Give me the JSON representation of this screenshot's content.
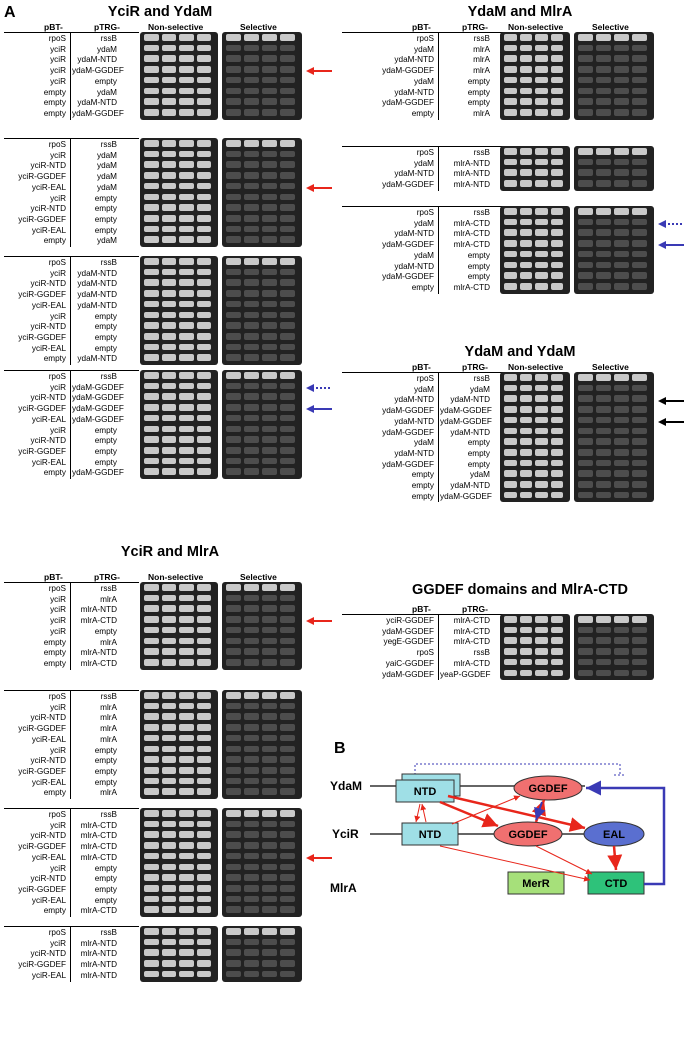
{
  "panel_labels": {
    "a": "A",
    "b": "B"
  },
  "headers": {
    "pbt": "pBT-",
    "ptrg": "pTRG-",
    "nonsel": "Non-selective",
    "sel": "Selective"
  },
  "sections": {
    "yciR_ydaM": {
      "title": "YciR and YdaM",
      "blocks": [
        {
          "pbt": [
            "rpoS",
            "yciR",
            "yciR",
            "yciR",
            "yciR",
            "empty",
            "empty",
            "empty"
          ],
          "ptrg": [
            "rssB",
            "ydaM",
            "ydaM-NTD",
            "ydaM-GGDEF",
            "empty",
            "ydaM",
            "ydaM-NTD",
            "ydaM-GGDEF"
          ]
        },
        {
          "pbt": [
            "rpoS",
            "yciR",
            "yciR-NTD",
            "yciR-GGDEF",
            "yciR-EAL",
            "yciR",
            "yciR-NTD",
            "yciR-GGDEF",
            "yciR-EAL",
            "empty"
          ],
          "ptrg": [
            "rssB",
            "ydaM",
            "ydaM",
            "ydaM",
            "ydaM",
            "empty",
            "empty",
            "empty",
            "empty",
            "ydaM"
          ]
        },
        {
          "pbt": [
            "rpoS",
            "yciR",
            "yciR-NTD",
            "yciR-GGDEF",
            "yciR-EAL",
            "yciR",
            "yciR-NTD",
            "yciR-GGDEF",
            "yciR-EAL",
            "empty"
          ],
          "ptrg": [
            "rssB",
            "ydaM-NTD",
            "ydaM-NTD",
            "ydaM-NTD",
            "ydaM-NTD",
            "empty",
            "empty",
            "empty",
            "empty",
            "ydaM-NTD"
          ]
        },
        {
          "pbt": [
            "rpoS",
            "yciR",
            "yciR-NTD",
            "yciR-GGDEF",
            "yciR-EAL",
            "yciR",
            "yciR-NTD",
            "yciR-GGDEF",
            "yciR-EAL",
            "empty"
          ],
          "ptrg": [
            "rssB",
            "ydaM-GGDEF",
            "ydaM-GGDEF",
            "ydaM-GGDEF",
            "ydaM-GGDEF",
            "empty",
            "empty",
            "empty",
            "empty",
            "ydaM-GGDEF"
          ]
        }
      ]
    },
    "ydaM_mlrA": {
      "title": "YdaM and MlrA",
      "blocks": [
        {
          "pbt": [
            "rpoS",
            "ydaM",
            "ydaM-NTD",
            "ydaM-GGDEF",
            "ydaM",
            "ydaM-NTD",
            "ydaM-GGDEF",
            "empty"
          ],
          "ptrg": [
            "rssB",
            "mlrA",
            "mlrA",
            "mlrA",
            "empty",
            "empty",
            "empty",
            "mlrA"
          ]
        },
        {
          "pbt": [
            "rpoS",
            "ydaM",
            "ydaM-NTD",
            "ydaM-GGDEF"
          ],
          "ptrg": [
            "rssB",
            "mlrA-NTD",
            "mlrA-NTD",
            "mlrA-NTD"
          ]
        },
        {
          "pbt": [
            "rpoS",
            "ydaM",
            "ydaM-NTD",
            "ydaM-GGDEF",
            "ydaM",
            "ydaM-NTD",
            "ydaM-GGDEF",
            "empty"
          ],
          "ptrg": [
            "rssB",
            "mlrA-CTD",
            "mlrA-CTD",
            "mlrA-CTD",
            "empty",
            "empty",
            "empty",
            "mlrA-CTD"
          ]
        }
      ]
    },
    "ydaM_ydaM": {
      "title": "YdaM and YdaM",
      "blocks": [
        {
          "pbt": [
            "rpoS",
            "ydaM",
            "ydaM-NTD",
            "ydaM-GGDEF",
            "ydaM-NTD",
            "ydaM-GGDEF",
            "ydaM",
            "ydaM-NTD",
            "ydaM-GGDEF",
            "empty",
            "empty",
            "empty"
          ],
          "ptrg": [
            "rssB",
            "ydaM",
            "ydaM-NTD",
            "ydaM-GGDEF",
            "ydaM-GGDEF",
            "ydaM-NTD",
            "empty",
            "empty",
            "empty",
            "ydaM",
            "ydaM-NTD",
            "ydaM-GGDEF"
          ]
        }
      ]
    },
    "yciR_mlrA": {
      "title": "YciR and MlrA",
      "blocks": [
        {
          "pbt": [
            "rpoS",
            "yciR",
            "yciR",
            "yciR",
            "yciR",
            "empty",
            "empty",
            "empty"
          ],
          "ptrg": [
            "rssB",
            "mlrA",
            "mlrA-NTD",
            "mlrA-CTD",
            "empty",
            "mlrA",
            "mlrA-NTD",
            "mlrA-CTD"
          ]
        },
        {
          "pbt": [
            "rpoS",
            "yciR",
            "yciR-NTD",
            "yciR-GGDEF",
            "yciR-EAL",
            "yciR",
            "yciR-NTD",
            "yciR-GGDEF",
            "yciR-EAL",
            "empty"
          ],
          "ptrg": [
            "rssB",
            "mlrA",
            "mlrA",
            "mlrA",
            "mlrA",
            "empty",
            "empty",
            "empty",
            "empty",
            "mlrA"
          ]
        },
        {
          "pbt": [
            "rpoS",
            "yciR",
            "yciR-NTD",
            "yciR-GGDEF",
            "yciR-EAL",
            "yciR",
            "yciR-NTD",
            "yciR-GGDEF",
            "yciR-EAL",
            "empty"
          ],
          "ptrg": [
            "rssB",
            "mlrA-CTD",
            "mlrA-CTD",
            "mlrA-CTD",
            "mlrA-CTD",
            "empty",
            "empty",
            "empty",
            "empty",
            "mlrA-CTD"
          ]
        },
        {
          "pbt": [
            "rpoS",
            "yciR",
            "yciR-NTD",
            "yciR-GGDEF",
            "yciR-EAL"
          ],
          "ptrg": [
            "rssB",
            "mlrA-NTD",
            "mlrA-NTD",
            "mlrA-NTD",
            "mlrA-NTD"
          ]
        }
      ]
    },
    "ggdef_mlrA": {
      "title": "GGDEF domains and MlrA-CTD",
      "blocks": [
        {
          "pbt": [
            "yciR-GGDEF",
            "ydaM-GGDEF",
            "yegE-GGDEF",
            "rpoS",
            "yaiC-GGDEF",
            "ydaM-GGDEF"
          ],
          "ptrg": [
            "mlrA-CTD",
            "mlrA-CTD",
            "mlrA-CTD",
            "rssB",
            "mlrA-CTD",
            "yeaP-GGDEF"
          ]
        }
      ]
    }
  },
  "diagram": {
    "row_labels": [
      "YdaM",
      "YciR",
      "MlrA"
    ],
    "domains": {
      "ydam_ntd": "NTD",
      "ydam_ggdef": "GGDEF",
      "ycir_ntd": "NTD",
      "ycir_ggdef": "GGDEF",
      "ycir_eal": "EAL",
      "merr": "MerR",
      "ctd": "CTD"
    },
    "colors": {
      "ntd": "#9fdfe6",
      "ggdef": "#f07070",
      "eal": "#5a6fd0",
      "merr": "#a6e07a",
      "ctd": "#2ec27a",
      "red_arrow": "#e8261b",
      "blue_arrow": "#3a3ab5",
      "black_arrow": "#000000"
    }
  }
}
